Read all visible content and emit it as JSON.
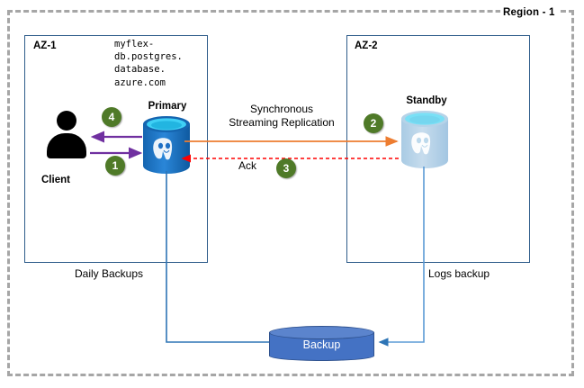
{
  "region": {
    "title": "Region - 1",
    "boundary_style": "dashed",
    "boundary_color": "#a6a6a6"
  },
  "zones": [
    {
      "id": "az1",
      "label": "AZ-1",
      "border_color": "#2e5c8a"
    },
    {
      "id": "az2",
      "label": "AZ-2",
      "border_color": "#2e5c8a"
    }
  ],
  "endpoint": {
    "hostname_lines": "myflex-\ndb.postgres.\ndatabase.\nazure.com",
    "hostname_full": "myflex-db.postgres.database.azure.com"
  },
  "nodes": {
    "client": {
      "label": "Client",
      "icon": "user-icon"
    },
    "primary": {
      "label": "Primary",
      "icon": "postgresql-database-icon",
      "color": "#1f6fc4"
    },
    "standby": {
      "label": "Standby",
      "icon": "postgresql-database-icon",
      "color": "#b8d5ea"
    },
    "backup": {
      "label": "Backup",
      "icon": "backup-cylinder-icon",
      "color": "#4472c4"
    }
  },
  "badges": [
    {
      "number": "1",
      "color": "#4f7a28",
      "text_color": "#ffffff"
    },
    {
      "number": "2",
      "color": "#4f7a28",
      "text_color": "#ffffff"
    },
    {
      "number": "3",
      "color": "#4f7a28",
      "text_color": "#ffffff"
    },
    {
      "number": "4",
      "color": "#4f7a28",
      "text_color": "#ffffff"
    }
  ],
  "flows": {
    "replication_label_line1": "Synchronous",
    "replication_label_line2": "Streaming Replication",
    "ack_label": "Ack",
    "daily_backups_label": "Daily Backups",
    "logs_backup_label": "Logs backup"
  },
  "colors": {
    "client_arrow": "#7030a0",
    "replication_arrow": "#ed7d31",
    "ack_arrow": "#ff0000",
    "backup_line": "#2e75b6",
    "az_border": "#2e5c8a"
  }
}
